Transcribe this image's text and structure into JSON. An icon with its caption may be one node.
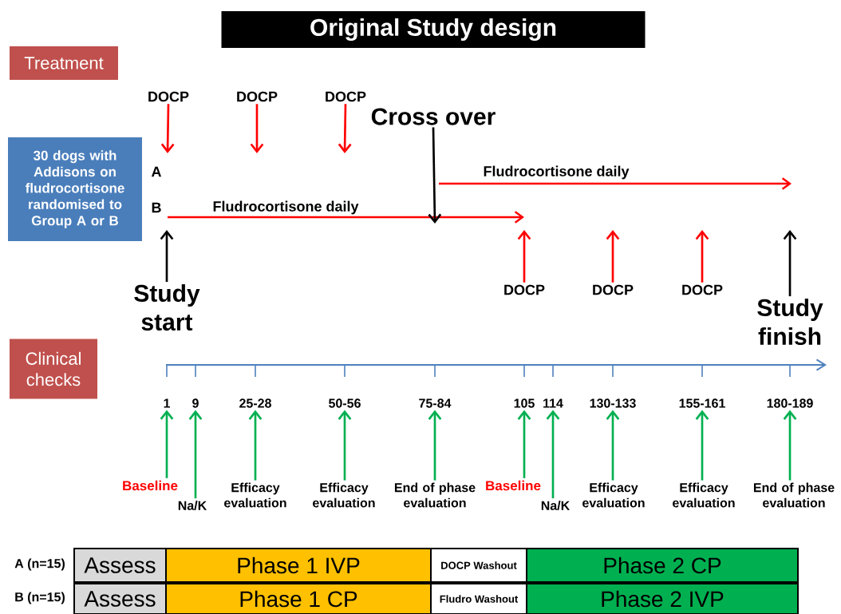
{
  "diagram": {
    "title": "Original Study design",
    "nodes": [
      {
        "text": [
          "Treatment"
        ]
      },
      {
        "text": [
          "Clinical checks"
        ]
      },
      {
        "text": [
          "30 dogs with Addisons on fludrocortisone randomised to Group A or B"
        ]
      },
      {
        "text": [
          "DOCP"
        ]
      },
      {
        "text": [
          "DOCP"
        ]
      },
      {
        "text": [
          "DOCP"
        ]
      },
      {
        "text": [
          "Cross over"
        ]
      },
      {
        "text": [
          "Study start"
        ]
      },
      {
        "text": [
          "DOCP"
        ]
      },
      {
        "text": [
          "DOCP"
        ]
      },
      {
        "text": [
          "DOCP"
        ]
      },
      {
        "text": [
          "Study finish"
        ]
      },
      {
        "text": [
          "1"
        ]
      },
      {
        "text": [
          "9"
        ]
      },
      {
        "text": [
          "25-28"
        ]
      },
      {
        "text": [
          "50-56"
        ]
      },
      {
        "text": [
          "75-84"
        ]
      },
      {
        "text": [
          "105"
        ]
      },
      {
        "text": [
          "114"
        ]
      },
      {
        "text": [
          "130-133"
        ]
      },
      {
        "text": [
          "155-161"
        ]
      },
      {
        "text": [
          "180-189"
        ]
      },
      {
        "text": [
          "Baseline"
        ]
      },
      {
        "text": [
          "Na/K"
        ]
      },
      {
        "text": [
          "Efficacy evaluation"
        ]
      },
      {
        "text": [
          "Efficacy evaluation"
        ]
      },
      {
        "text": [
          "End of phase evaluation"
        ]
      },
      {
        "text": [
          "Baseline"
        ]
      },
      {
        "text": [
          "Na/K"
        ]
      },
      {
        "text": [
          "Efficacy evaluation"
        ]
      },
      {
        "text": [
          "Efficacy evaluation"
        ]
      },
      {
        "text": [
          "End of phase evaluation"
        ]
      },
      {
        "text": [
          "Assess"
        ]
      },
      {
        "text": [
          "Phase 1  IVP"
        ]
      },
      {
        "text": [
          "DOCP Washout"
        ]
      },
      {
        "text": [
          "Phase 2 CP"
        ]
      },
      {
        "text": [
          "Assess"
        ]
      },
      {
        "text": [
          "Phase 1 CP"
        ]
      },
      {
        "text": [
          "Fludro Washout"
        ]
      },
      {
        "text": [
          "Phase 2 IVP"
        ]
      }
    ],
    "edges": [
      {
        "from": 3,
        "to": null,
        "arrow": "to",
        "color": "#ff0000"
      },
      {
        "from": 4,
        "to": null,
        "arrow": "to",
        "color": "#ff0000"
      },
      {
        "from": 5,
        "to": null,
        "arrow": "to",
        "color": "#ff0000"
      },
      {
        "from": 6,
        "to": null,
        "arrow": "to",
        "color": "#000000"
      },
      {
        "from": 7,
        "to": null,
        "arrow": "to",
        "color": "#000000"
      },
      {
        "from": 8,
        "to": null,
        "arrow": "to",
        "color": "#ff0000"
      },
      {
        "from": 9,
        "to": null,
        "arrow": "to",
        "color": "#ff0000"
      },
      {
        "from": 10,
        "to": null,
        "arrow": "to",
        "color": "#ff0000"
      },
      {
        "from": 11,
        "to": null,
        "arrow": "to",
        "color": "#000000"
      },
      {
        "from": 22,
        "to": 12,
        "arrow": "to"
      },
      {
        "from": 23,
        "to": 13,
        "arrow": "to"
      },
      {
        "from": 24,
        "to": 14,
        "arrow": "to"
      },
      {
        "from": 25,
        "to": 15,
        "arrow": "to"
      },
      {
        "from": 26,
        "to": 16,
        "arrow": "to"
      },
      {
        "from": 27,
        "to": 17,
        "arrow": "to"
      },
      {
        "from": 28,
        "to": 18,
        "arrow": "to"
      },
      {
        "from": 29,
        "to": 19,
        "arrow": "to"
      },
      {
        "from": 30,
        "to": 20,
        "arrow": "to"
      },
      {
        "from": 31,
        "to": 21,
        "arrow": "to"
      }
    ],
    "labels": [
      "A",
      "Fludrocortisone daily",
      "B",
      "Fludrocortisone daily",
      "A (n=15)",
      "B (n=15)"
    ]
  }
}
